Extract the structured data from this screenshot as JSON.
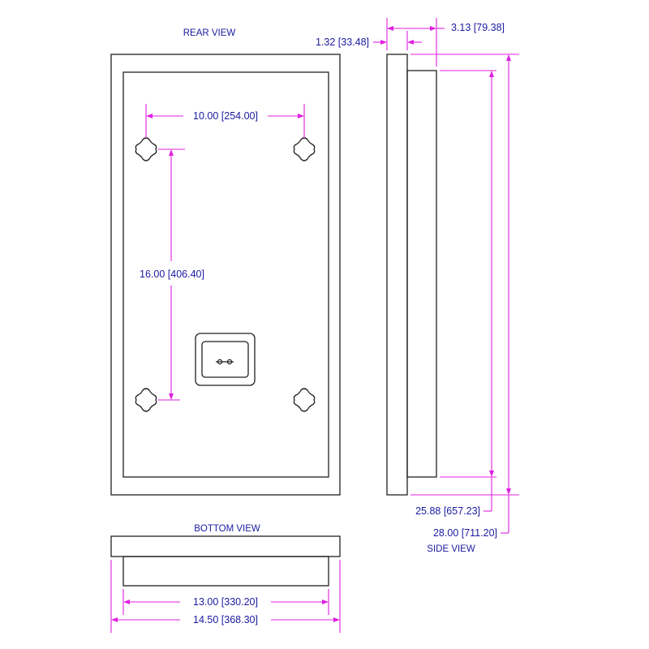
{
  "views": {
    "rear": "REAR VIEW",
    "bottom": "BOTTOM VIEW",
    "side": "SIDE VIEW"
  },
  "dimensions": {
    "mount_horizontal": "10.00 [254.00]",
    "mount_vertical": "16.00 [406.40]",
    "bottom_inner_width": "13.00 [330.20]",
    "bottom_outer_width": "14.50 [368.30]",
    "side_front_depth": "1.32 [33.48]",
    "side_total_depth": "3.13 [79.38]",
    "side_inner_height": "25.88 [657.23]",
    "side_outer_height": "28.00 [711.20]"
  },
  "colors": {
    "outline": "#231f20",
    "dimension_line": "#e020e0",
    "text": "#1a1aa0"
  }
}
